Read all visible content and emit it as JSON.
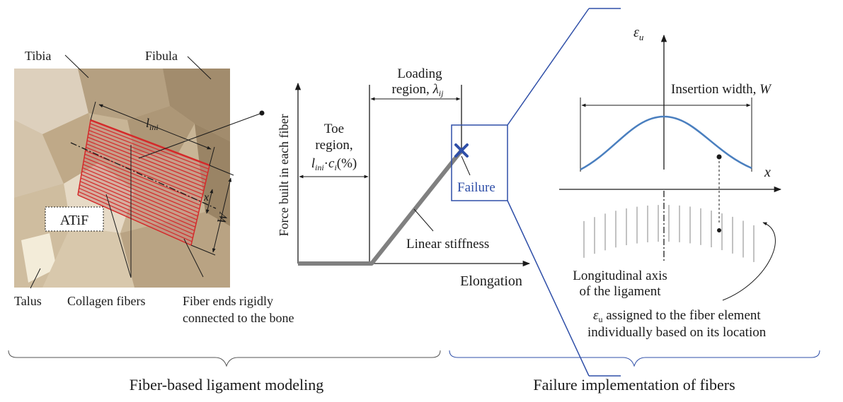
{
  "anatomy": {
    "tibia": "Tibia",
    "fibula": "Fibula",
    "talus": "Talus",
    "atif": "ATiF",
    "collagen": "Collagen fibers",
    "fiber_ends_1": "Fiber ends rigidly",
    "fiber_ends_2": "connected to the bone",
    "l_ini": "l",
    "l_ini_sub": "ini",
    "x_label": "x",
    "w_label": "W"
  },
  "force_curve": {
    "y_axis": "Force built in each fiber",
    "x_axis": "Elongation",
    "loading_1": "Loading",
    "loading_2": "region, ",
    "lambda": "λ",
    "lambda_sub": "ij",
    "toe_1": "Toe",
    "toe_2": "region,",
    "toe_3_l": "l",
    "toe_3_sub": "ini",
    "toe_3_dot": "·",
    "toe_3_c": "c",
    "toe_3_csub": "i",
    "toe_3_pct": "(%)",
    "stiffness": "Linear stiffness",
    "failure": "Failure"
  },
  "failure_plot": {
    "eps": "ε",
    "eps_sub": "u",
    "width_label": "Insertion width, ",
    "width_symbol": "W",
    "x_axis": "x",
    "axis_1": "Longitudinal axis",
    "axis_2": "of the ligament",
    "assign_eps": "ε",
    "assign_sub": "u",
    "assign_1": " assigned to the fiber element",
    "assign_2": "individually based on its location"
  },
  "captions": {
    "left": "Fiber-based ligament modeling",
    "right": "Failure implementation of fibers"
  },
  "colors": {
    "fiber_red": "#d42a2a",
    "accent_blue": "#2f4fa8",
    "curve_blue": "#4a7fbf",
    "bone_tan": "#c9b393"
  }
}
